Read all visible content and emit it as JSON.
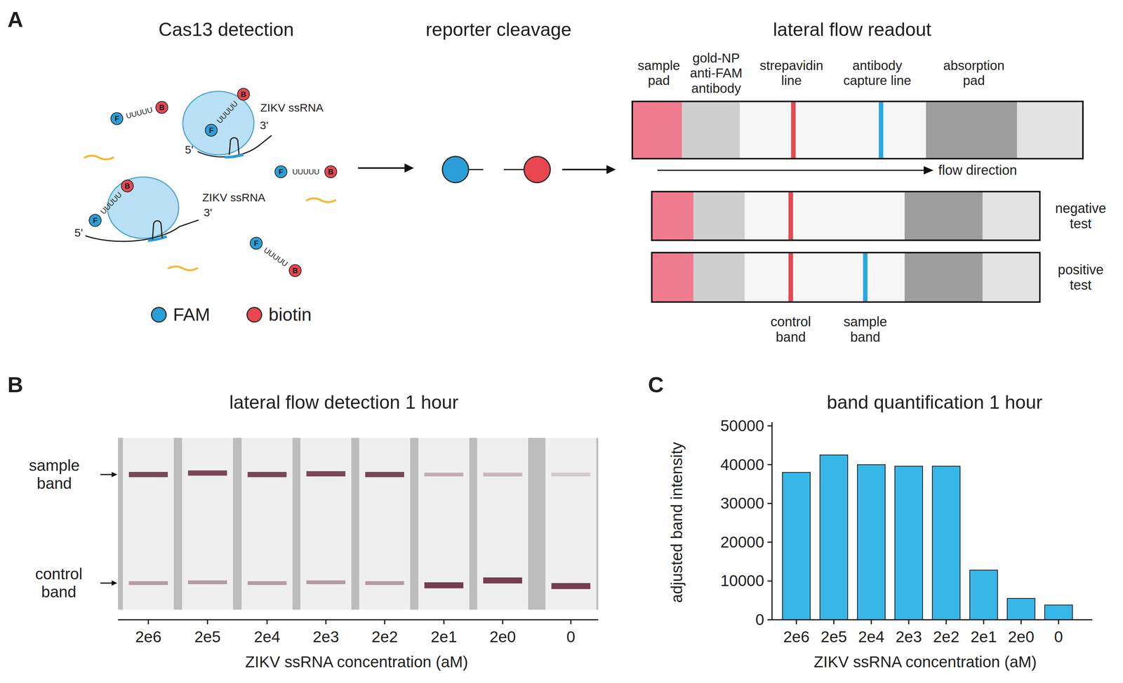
{
  "diagram": {
    "nodes": [
      {
        "text": [
          "F"
        ]
      },
      {
        "text": [
          "B"
        ]
      },
      {
        "text": [
          "F"
        ]
      },
      {
        "text": [
          "B"
        ]
      },
      {
        "text": [
          "F"
        ]
      },
      {
        "text": [
          "B"
        ]
      },
      {
        "text": [
          "F"
        ]
      },
      {
        "text": [
          "B"
        ]
      },
      {
        "text": [
          "F"
        ]
      },
      {
        "text": [
          "B"
        ]
      }
    ],
    "labels": [
      "A",
      "Cas13 detection",
      "reporter cleavage",
      "lateral flow readout",
      "UUUUU",
      "UUUUU",
      "UUUUU",
      "UUUUU",
      "UUUUU",
      "ZIKV ssRNA",
      "5'",
      "3'",
      "ZIKV ssRNA",
      "5'",
      "3'",
      "sample pad",
      "gold-NP anti-FAM antibody",
      "strepavidin line",
      "antibody capture line",
      "absorption pad",
      "flow direction",
      "negative test",
      "positive test",
      "control band",
      "sample band",
      "B",
      "lateral flow detection 1 hour",
      "sample band",
      "control band",
      "2e6",
      "2e5",
      "2e4",
      "2e3",
      "2e2",
      "2e1",
      "2e0",
      "0",
      "ZIKV ssRNA concentration (aM)",
      "C",
      "band quantification 1 hour",
      "50000",
      "40000",
      "30000",
      "20000",
      "10000",
      "0",
      "adjusted band intensity",
      "2e6",
      "2e5",
      "2e4",
      "2e3",
      "2e2",
      "2e1",
      "2e0",
      "0",
      "ZIKV ssRNA concentration (aM)"
    ],
    "legend": [
      {
        "text": "FAM",
        "color": "#2a9fd8"
      },
      {
        "text": "biotin",
        "color": "#e8474f"
      }
    ]
  }
}
